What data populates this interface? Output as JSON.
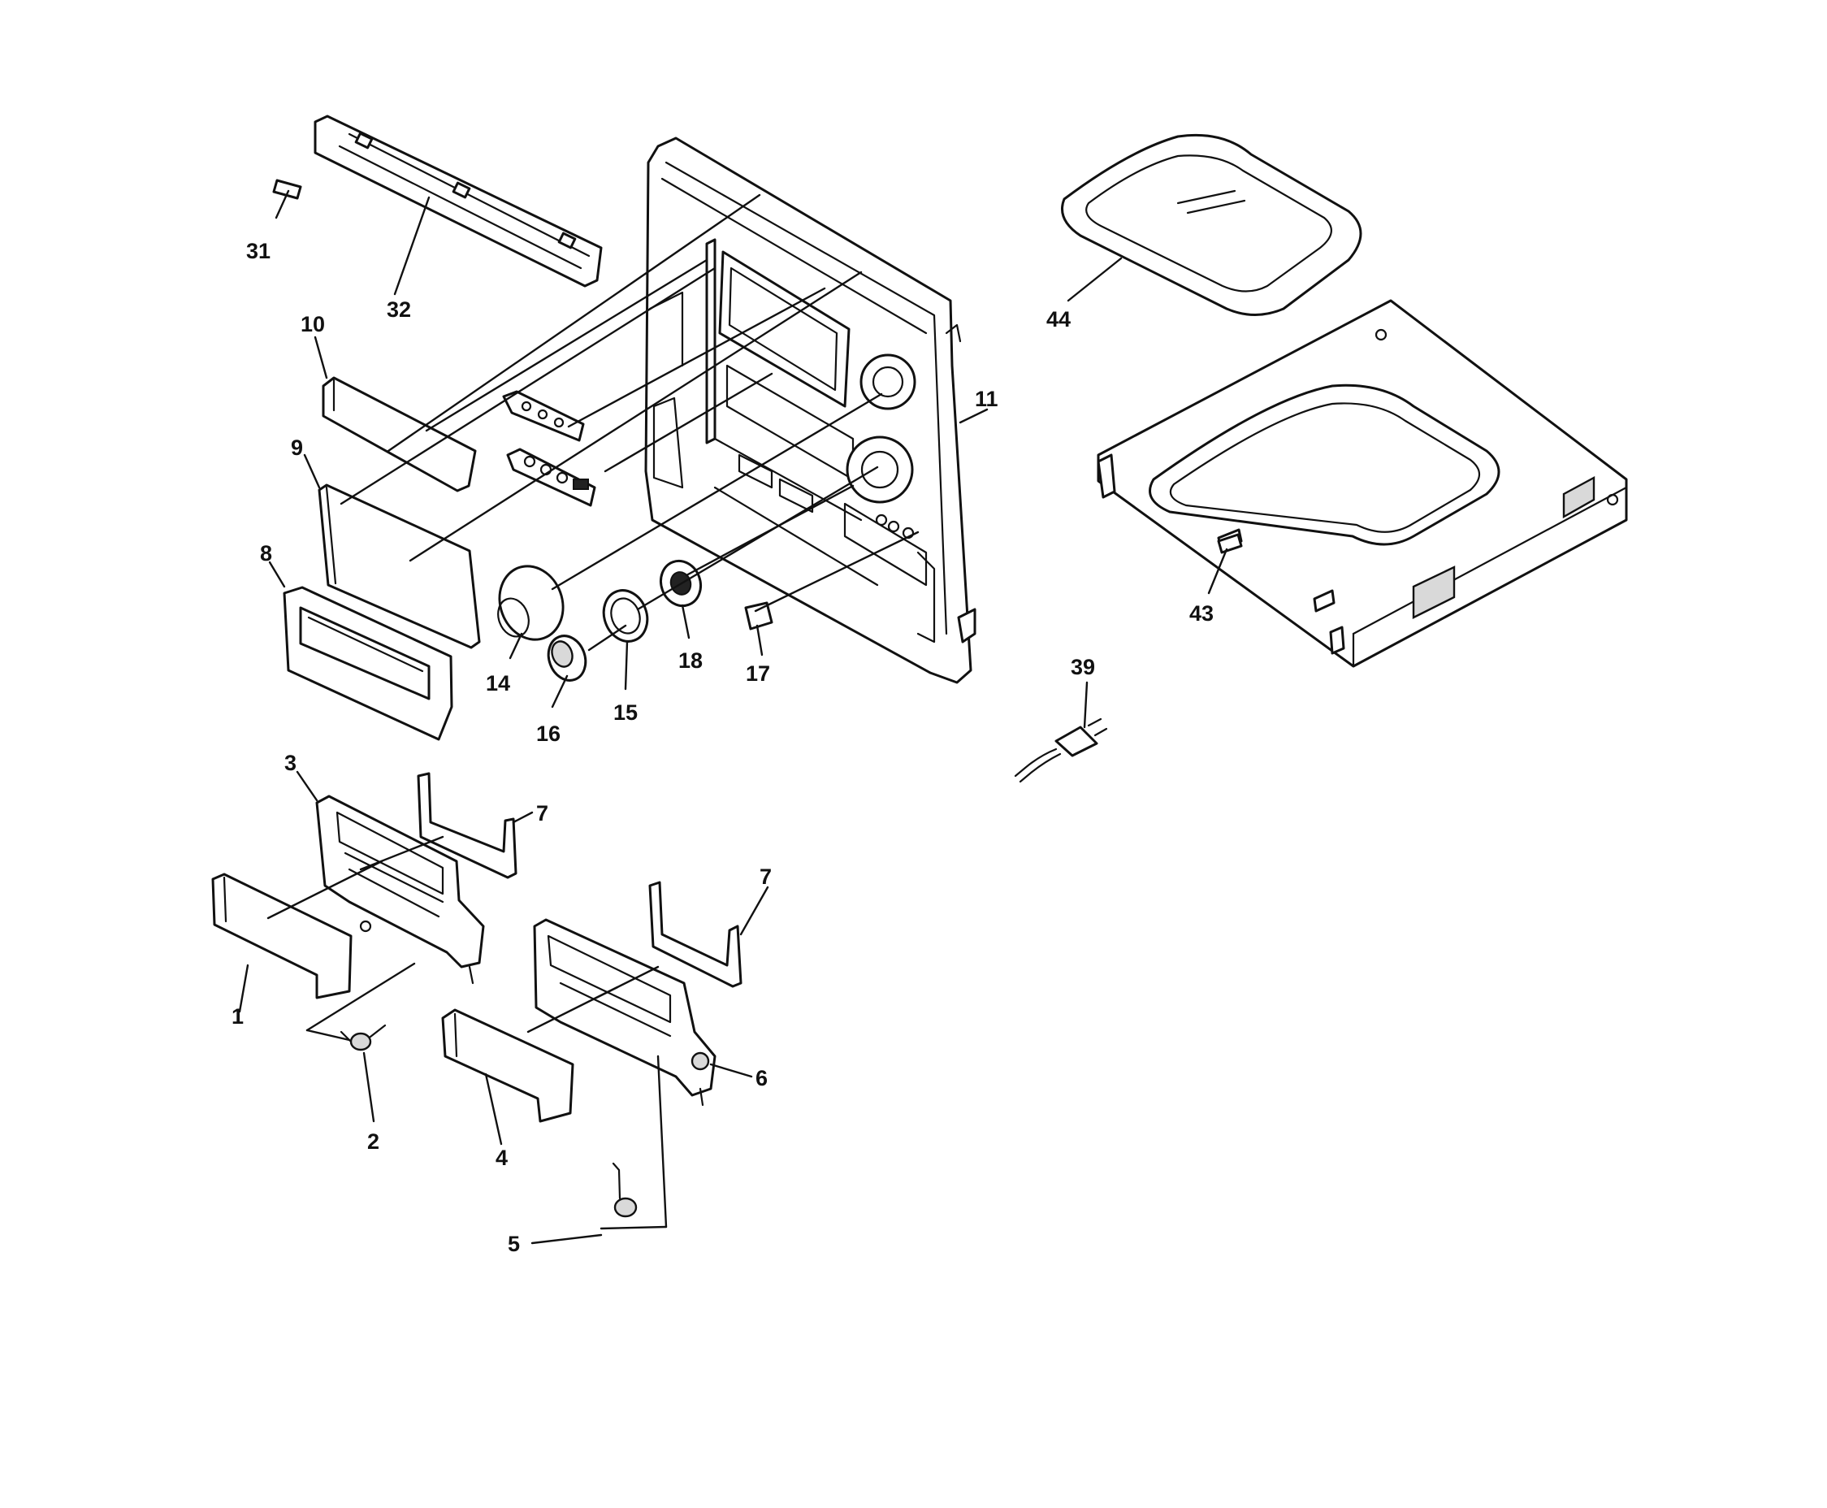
{
  "diagram": {
    "colors": {
      "ink": "#111111",
      "paper": "#ffffff",
      "shade": "#d9d9d9"
    },
    "callouts": {
      "c1": "1",
      "c2": "2",
      "c3": "3",
      "c4": "4",
      "c5": "5",
      "c6": "6",
      "c7a": "7",
      "c7b": "7",
      "c8": "8",
      "c9": "9",
      "c10": "10",
      "c11": "11",
      "c14": "14",
      "c15": "15",
      "c16": "16",
      "c17": "17",
      "c18": "18",
      "c31": "31",
      "c32": "32",
      "c39": "39",
      "c43": "43",
      "c44": "44"
    }
  }
}
